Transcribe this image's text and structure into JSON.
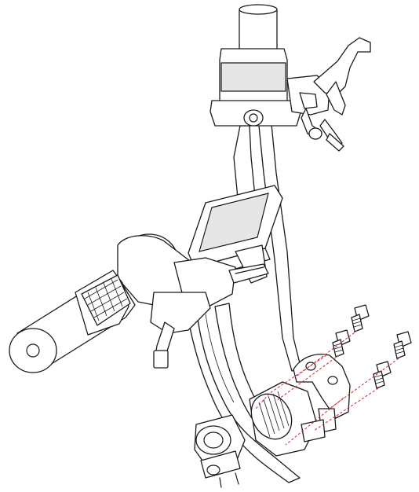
{
  "figure": {
    "kind": "exploded line drawing",
    "parts": [
      "handlebar",
      "brake-lever",
      "throttle-lever",
      "display",
      "grip",
      "stem-clamp",
      "clamp-bolts"
    ]
  },
  "colors": {
    "line": "#1a1a1a",
    "background": "#ffffff",
    "guide-line": "#d0202a"
  }
}
